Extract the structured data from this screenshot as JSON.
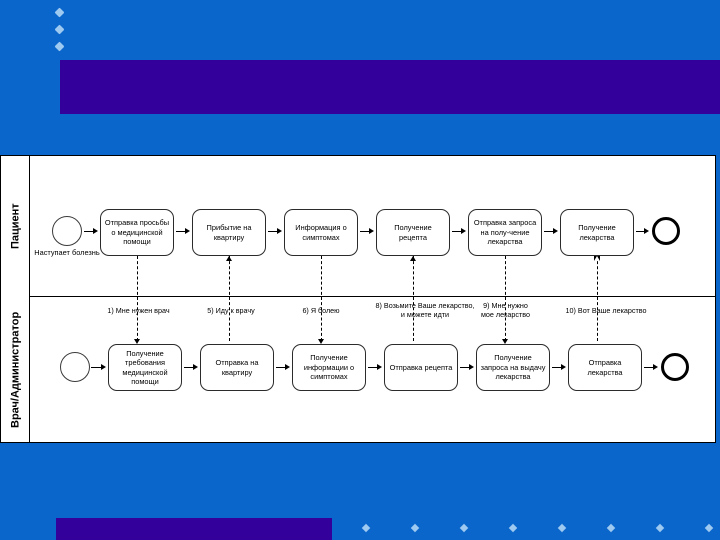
{
  "slide": {
    "bullets": [
      "",
      "",
      ""
    ],
    "title_band_text": "",
    "background_color": "#0b66cc",
    "band_color": "#33009b",
    "bullet_marker_color": "#9ec9f0"
  },
  "diagram": {
    "type": "bpmn-collaboration",
    "lanes": [
      {
        "id": "patient",
        "label": "Пациент"
      },
      {
        "id": "doctor",
        "label": "Врач/Администратор"
      }
    ],
    "patient_lane": {
      "start_event": {
        "name": "start-event",
        "label": "Наступает\nболезнь"
      },
      "tasks": [
        "Отправка просьбы о медицинской помощи",
        "Прибытие на квартиру",
        "Информация о симптомах",
        "Получение рецепта",
        "Отправка запроса на полу-чение лекарства",
        "Получение лекарства"
      ],
      "end_event": {
        "name": "end-event",
        "label": ""
      }
    },
    "doctor_lane": {
      "start_event": {
        "name": "start-event",
        "label": ""
      },
      "tasks": [
        "Получение требования медицинской помощи",
        "Отправка на квартиру",
        "Получение информации о симптомах",
        "Отправка рецепта",
        "Получение запроса на выдачу лекарства",
        "Отправка лекарства"
      ],
      "end_event": {
        "name": "end-event",
        "label": ""
      }
    },
    "message_flows": [
      {
        "id": "m1",
        "label": "1) Мне нужен врач",
        "direction": "down"
      },
      {
        "id": "m5",
        "label": "5) Иду к врачу",
        "direction": "up"
      },
      {
        "id": "m6",
        "label": "6) Я болею",
        "direction": "down"
      },
      {
        "id": "m8",
        "label": "8) Возьмите Ваше лекарство,\nи можете идти",
        "direction": "up"
      },
      {
        "id": "m9",
        "label": "9) Мне нужно\nмое лекарство",
        "direction": "down"
      },
      {
        "id": "m10",
        "label": "10) Вот Ваше лекарство",
        "direction": "up"
      }
    ]
  }
}
